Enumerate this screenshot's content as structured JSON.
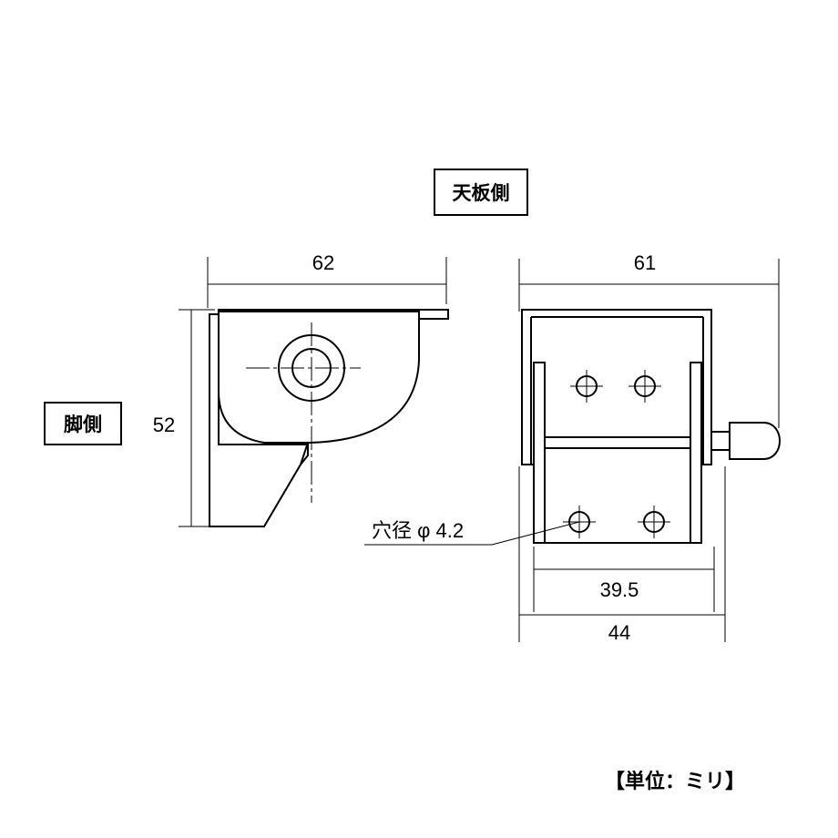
{
  "labels": {
    "top_side": "天板側",
    "leg_side": "脚側",
    "unit_note": "【単位：ミリ】",
    "hole_note": "穴径 φ 4.2"
  },
  "dimensions": {
    "left_width": "62",
    "left_height": "52",
    "right_width": "61",
    "inner_width": "39.5",
    "outer_width": "44"
  }
}
